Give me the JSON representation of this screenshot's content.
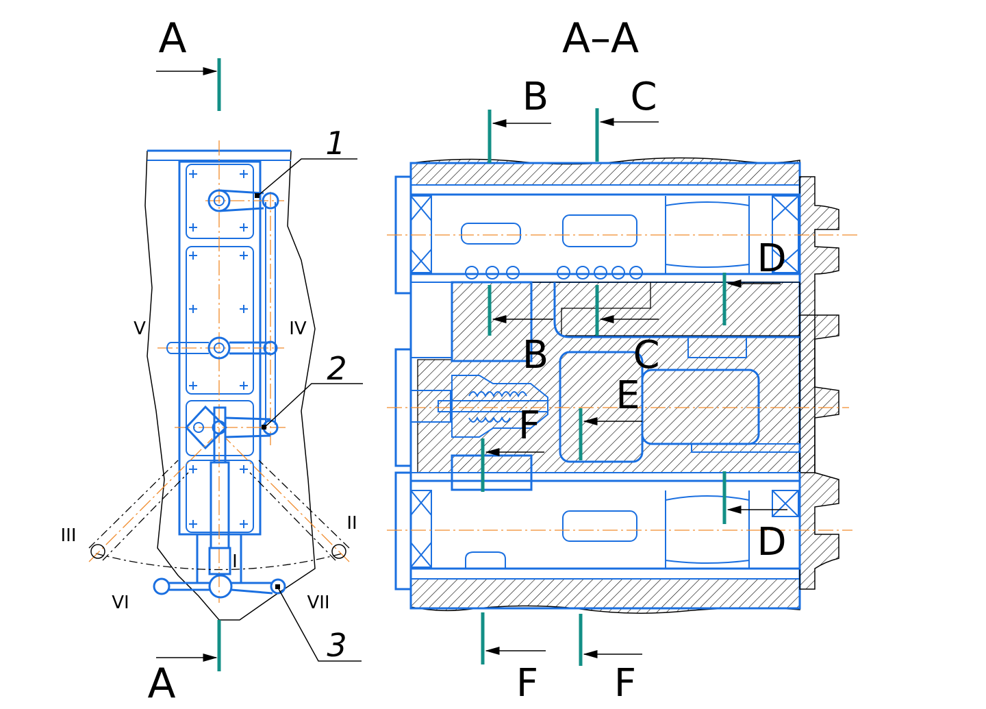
{
  "labels": {
    "section_a_top": "A",
    "section_a_bottom": "A",
    "section_title": "A–A",
    "b_top": "B",
    "c_top": "C",
    "b_mid": "B",
    "c_mid": "C",
    "d_top": "D",
    "d_bottom": "D",
    "e_mid": "E",
    "f_mid": "F",
    "f_bottom_left": "F",
    "f_bottom_right": "F"
  },
  "callouts": {
    "one": "1",
    "two": "2",
    "three": "3"
  },
  "positions": {
    "i": "I",
    "ii": "II",
    "iii": "III",
    "iv": "IV",
    "v": "V",
    "vi": "VI",
    "vii": "VII"
  },
  "colors": {
    "outline": "#1a6fe0",
    "axis": "#f08a2a",
    "section_mark": "#138f86",
    "text": "#000000"
  }
}
